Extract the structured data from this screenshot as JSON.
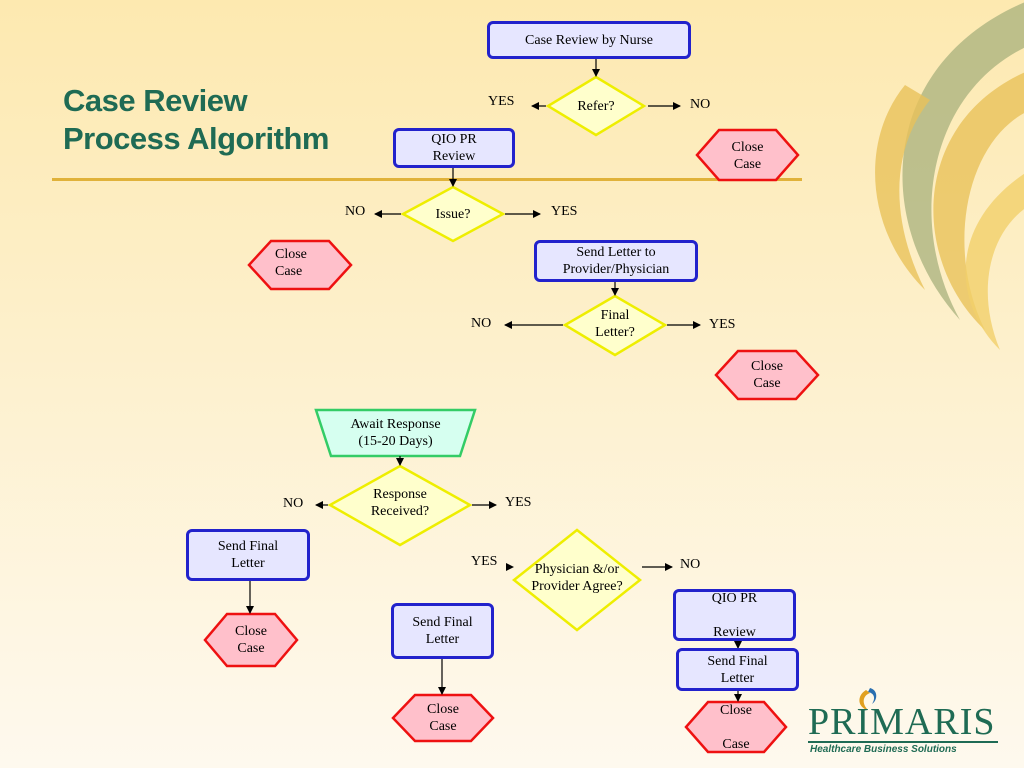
{
  "title": {
    "line1": "Case Review",
    "line2": "Process Algorithm"
  },
  "nodes": {
    "case_review_by_nurse": "Case Review by Nurse",
    "refer": "Refer?",
    "qio_pr_review_1": "QIO PR\n Review",
    "close_case_1": "Close\nCase",
    "issue": "Issue?",
    "close_case_2": "Close\nCase",
    "send_letter": "Send Letter to\n Provider/Physician",
    "final_letter": "Final\nLetter?",
    "close_case_3": "Close\nCase",
    "await_response": "Await Response\n   (15-20 Days)",
    "response_received": "Response\nReceived?",
    "send_final_letter_1": "Send Final\n Letter",
    "close_case_4": "Close\nCase",
    "physician_agree": "Physician  &/or\nProvider Agree?",
    "send_final_letter_2": "Send Final\nLetter",
    "close_case_5": "Close\n Case",
    "qio_pr_review_2": "QIO PR\n\nReview",
    "send_final_letter_3": "Send Final\nLetter",
    "close_case_6": "Close\n\nCase"
  },
  "labels": {
    "refer_yes": "YES",
    "refer_no": "NO",
    "issue_no": "NO",
    "issue_yes": "YES",
    "final_no": "NO",
    "final_yes": "YES",
    "response_no": "NO",
    "response_yes": "YES",
    "agree_yes": "YES",
    "agree_no": "NO"
  },
  "logo": {
    "wordmark": "PRIMARIS",
    "tagline": "Healthcare Business Solutions"
  },
  "colors": {
    "title": "#1f6b54",
    "rule": "#e0b23a",
    "process_fill": "#e6e6ff",
    "process_border": "#2222cc",
    "decision_fill": "#ffffcc",
    "decision_border": "#eeee00",
    "terminal_fill": "#ffc0cb",
    "terminal_border": "#ee1111",
    "wait_fill": "#d6fff0",
    "wait_border": "#33cc66"
  }
}
